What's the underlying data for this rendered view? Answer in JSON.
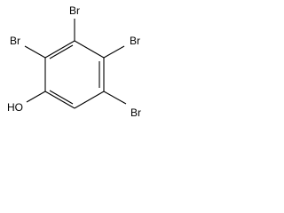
{
  "molecule": {
    "labels": {
      "br_top": "Br",
      "br_upper_left": "Br",
      "br_upper_right": "Br",
      "br_lower_right": "Br",
      "hydroxyl": "HO"
    }
  }
}
